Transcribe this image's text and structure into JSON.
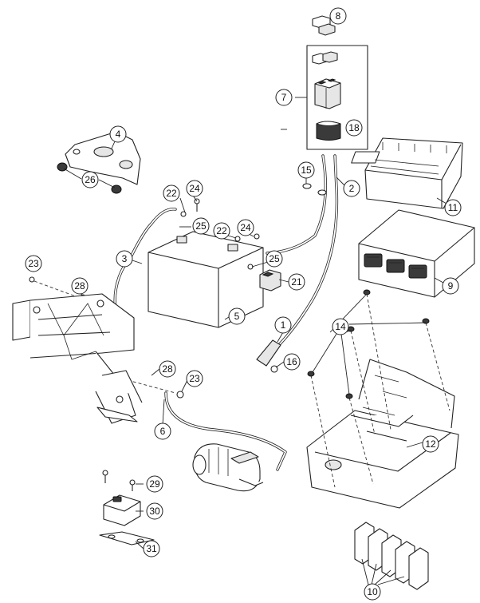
{
  "callouts": [
    {
      "label": "1"
    },
    {
      "label": "2"
    },
    {
      "label": "3"
    },
    {
      "label": "4"
    },
    {
      "label": "5"
    },
    {
      "label": "6"
    },
    {
      "label": "7"
    },
    {
      "label": "8"
    },
    {
      "label": "9"
    },
    {
      "label": "10"
    },
    {
      "label": "11"
    },
    {
      "label": "12"
    },
    {
      "label": "14"
    },
    {
      "label": "15"
    },
    {
      "label": "16"
    },
    {
      "label": "18"
    },
    {
      "label": "21"
    },
    {
      "label": "22"
    },
    {
      "label": "22"
    },
    {
      "label": "23"
    },
    {
      "label": "23"
    },
    {
      "label": "24"
    },
    {
      "label": "24"
    },
    {
      "label": "25"
    },
    {
      "label": "25"
    },
    {
      "label": "26"
    },
    {
      "label": "28"
    },
    {
      "label": "28"
    },
    {
      "label": "29"
    },
    {
      "label": "30"
    },
    {
      "label": "31"
    }
  ]
}
